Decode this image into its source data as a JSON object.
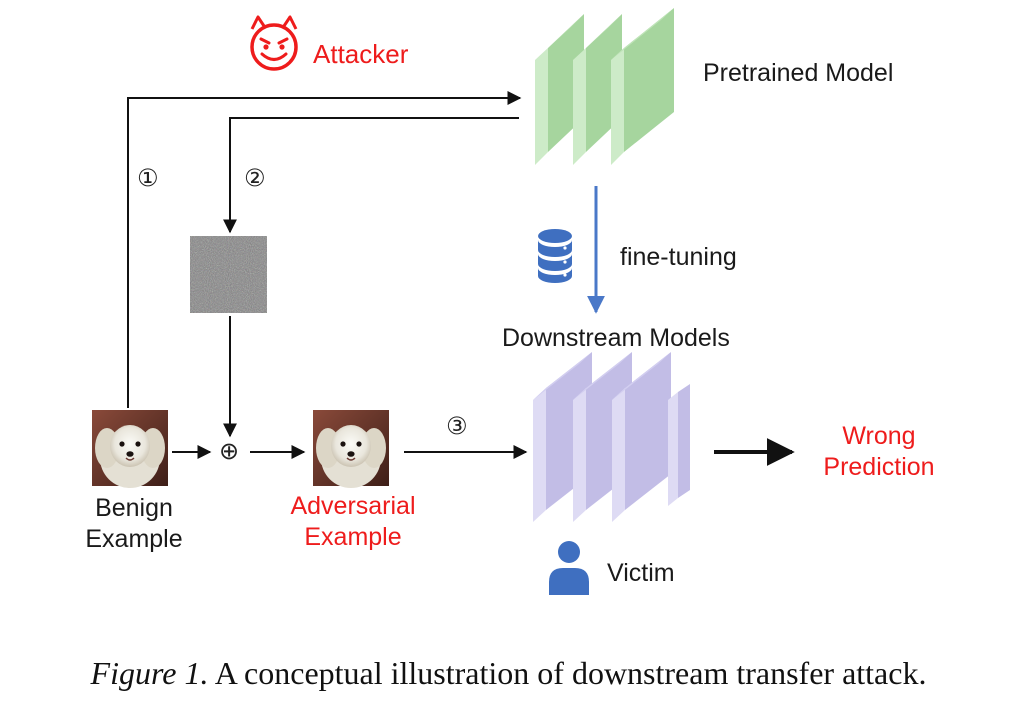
{
  "labels": {
    "attacker": "Attacker",
    "pretrained_model": "Pretrained Model",
    "fine_tuning": "fine-tuning",
    "downstream_models": "Downstream Models",
    "benign_example_line1": "Benign",
    "benign_example_line2": "Example",
    "adversarial_example_line1": "Adversarial",
    "adversarial_example_line2": "Example",
    "wrong_prediction_line1": "Wrong",
    "wrong_prediction_line2": "Prediction",
    "victim": "Victim",
    "step1": "①",
    "step2": "②",
    "step3": "③",
    "plus_op": "⊕"
  },
  "caption": {
    "prefix": "Figure 1.",
    "text": "A conceptual illustration of downstream transfer attack."
  },
  "colors": {
    "attacker_red": "#ee1c1c",
    "pretrained_green": "#a8d8a0",
    "downstream_purple": "#c9c5ea",
    "finetune_arrow_blue": "#4a78c8",
    "icon_blue": "#3f6fc0"
  },
  "icons": [
    "devil-face-icon",
    "database-icon",
    "person-icon",
    "dog-photo",
    "noise-image"
  ]
}
